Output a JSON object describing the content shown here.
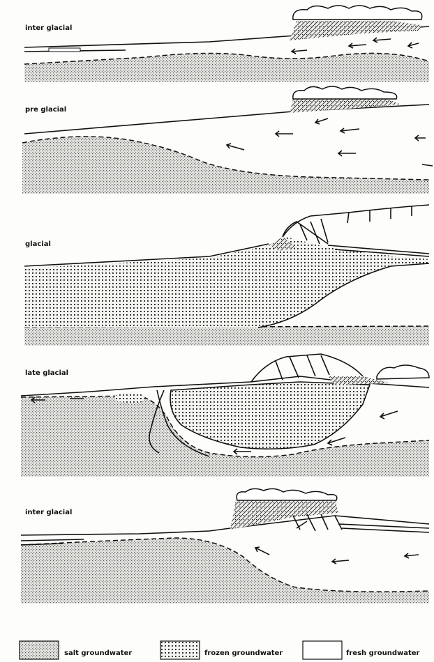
{
  "panels": [
    {
      "label": "inter glacial"
    },
    {
      "label": "pre glacial"
    },
    {
      "label": "glacial"
    },
    {
      "label": "late glacial"
    },
    {
      "label": "inter glacial"
    }
  ],
  "legend": {
    "salt": "salt groundwater",
    "frozen": "frozen groundwater",
    "fresh": "fresh groundwater"
  }
}
